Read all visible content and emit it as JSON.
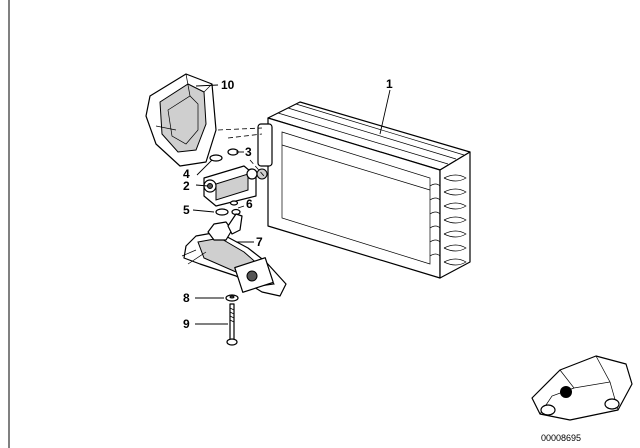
{
  "diagram": {
    "callouts": [
      {
        "id": "1",
        "label": "1"
      },
      {
        "id": "2",
        "label": "2"
      },
      {
        "id": "3",
        "label": "3"
      },
      {
        "id": "4",
        "label": "4"
      },
      {
        "id": "5",
        "label": "5"
      },
      {
        "id": "6",
        "label": "6"
      },
      {
        "id": "7",
        "label": "7"
      },
      {
        "id": "8",
        "label": "8"
      },
      {
        "id": "9",
        "label": "9"
      },
      {
        "id": "10",
        "label": "10"
      }
    ],
    "document_number": "00008695",
    "colors": {
      "line": "#000000",
      "background": "#ffffff",
      "shade": "#cfcfcf"
    }
  }
}
